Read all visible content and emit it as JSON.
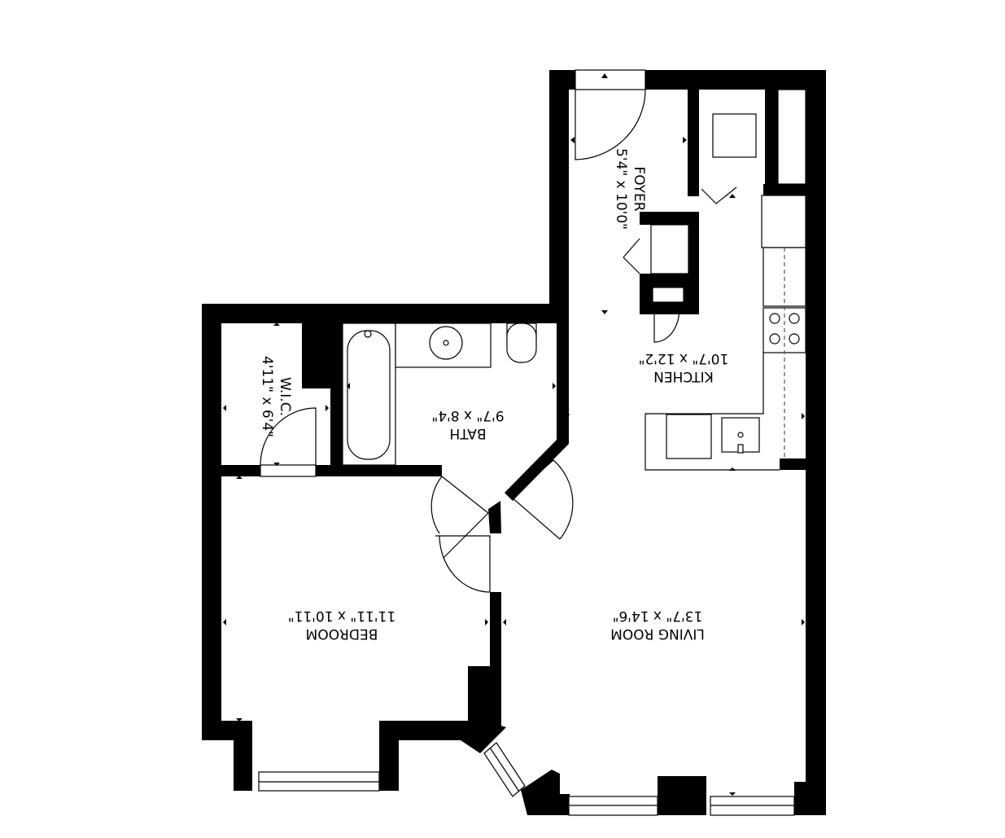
{
  "floorplan": {
    "background": "#ffffff",
    "wall_color": "#000000",
    "orientation_note": "labels rendered mirrored/rotated as in source",
    "rooms": [
      {
        "id": "foyer",
        "name": "FOYER",
        "dimensions": "5'4\" x 10'0\""
      },
      {
        "id": "kitchen",
        "name": "KITCHEN",
        "dimensions": "10'7\" x 12'2\""
      },
      {
        "id": "bath",
        "name": "BATH",
        "dimensions": "9'7\" x 8'4\""
      },
      {
        "id": "wic",
        "name": "W.I.C.",
        "dimensions": "4'11\" x 6'4\""
      },
      {
        "id": "bedroom",
        "name": "BEDROOM",
        "dimensions": "11'11\" x 10'11\""
      },
      {
        "id": "living",
        "name": "LIVING ROOM",
        "dimensions": "13'7\" x 14'6\""
      }
    ],
    "fixtures": [
      "bathtub",
      "sink",
      "toilet",
      "stove",
      "refrigerator",
      "kitchen-sink",
      "washer",
      "dryer"
    ]
  }
}
